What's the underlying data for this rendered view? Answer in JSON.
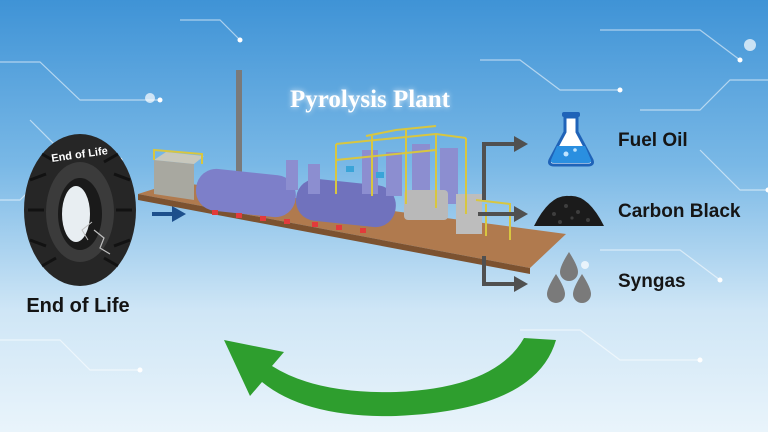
{
  "title": "Pyrolysis Plant",
  "input": {
    "tire_top_text": "End of Life",
    "tire_caption": "End of Life"
  },
  "outputs": [
    {
      "label": "Fuel Oil",
      "icon": "flask-icon"
    },
    {
      "label": "Carbon Black",
      "icon": "powder-pile-icon"
    },
    {
      "label": "Syngas",
      "icon": "gas-drops-icon"
    }
  ],
  "colors": {
    "arrow_dark": "#505050",
    "input_arrow": "#1d4f8c",
    "cycle_arrow": "#2e9e2e",
    "reactor": "#7d7fc9",
    "plant_base": "#b07a4e"
  }
}
